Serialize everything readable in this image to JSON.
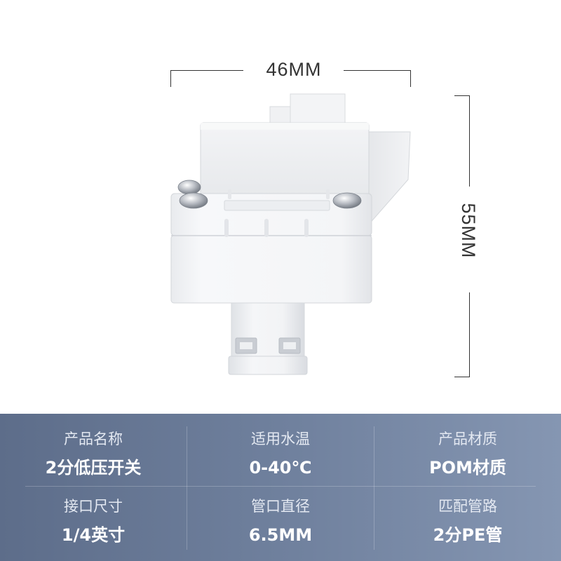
{
  "dimensions": {
    "width_label": "46MM",
    "height_label": "55MM"
  },
  "product": {
    "name": "2分低压开关"
  },
  "specs": [
    {
      "label": "产品名称",
      "value": "2分低压开关"
    },
    {
      "label": "适用水温",
      "value": "0-40℃"
    },
    {
      "label": "产品材质",
      "value": "POM材质"
    },
    {
      "label": "接口尺寸",
      "value": "1/4英寸"
    },
    {
      "label": "管口直径",
      "value": "6.5MM"
    },
    {
      "label": "匹配管路",
      "value": "2分PE管"
    }
  ],
  "colors": {
    "panel_start": "#5d6d8a",
    "panel_end": "#8596b2",
    "body_white": "#f4f5f7",
    "dimension_line": "#333333"
  }
}
